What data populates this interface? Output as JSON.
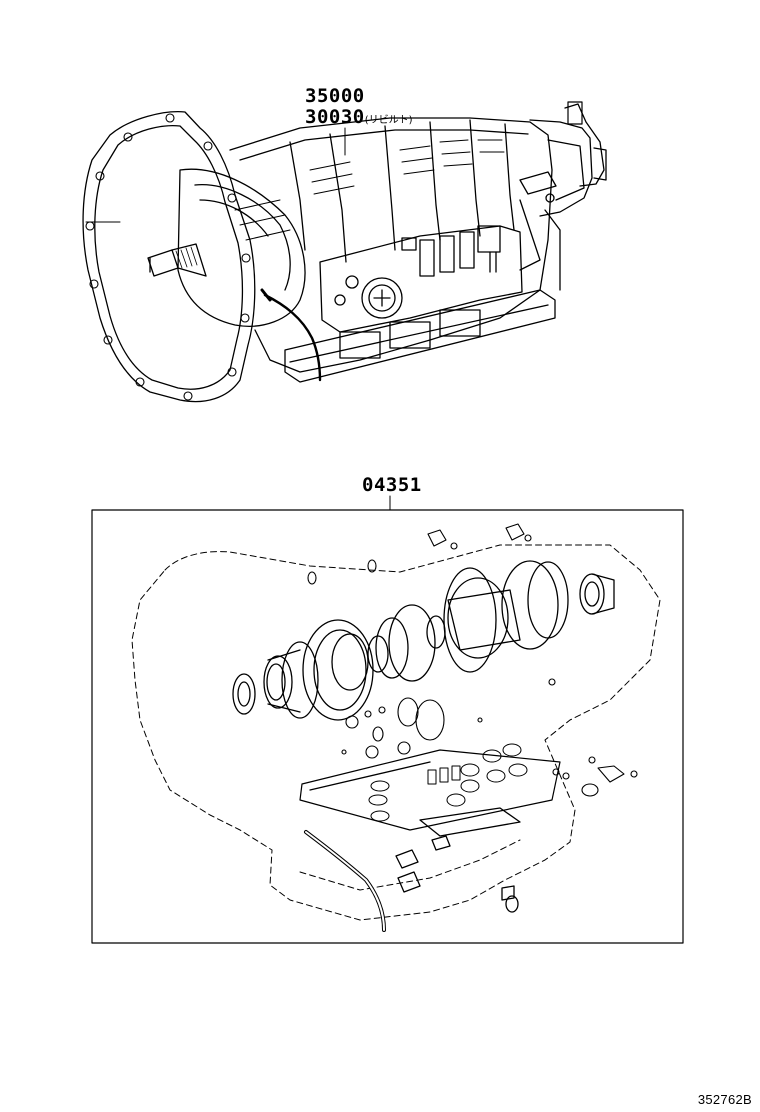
{
  "callouts": {
    "assembly": "35000",
    "rebuilt": {
      "number": "30030",
      "note": "(リビルト)"
    },
    "gasket_kit": "04351"
  },
  "illustration_number": "352762B",
  "colors": {
    "line": "#000000",
    "background": "#ffffff"
  },
  "icons": [
    "transmission-assembly-drawing",
    "overhaul-gasket-kit-drawing"
  ]
}
